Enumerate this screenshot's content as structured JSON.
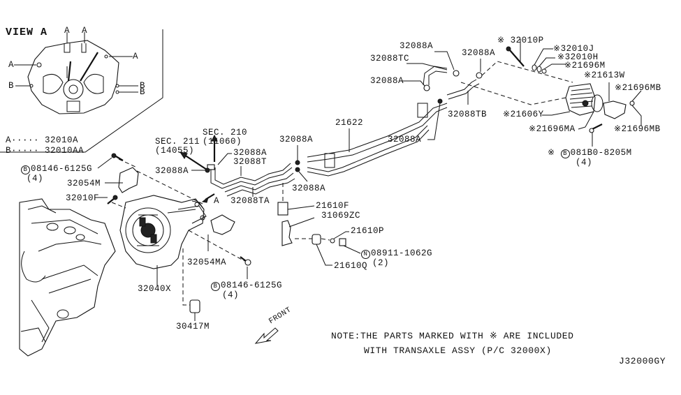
{
  "diagram": {
    "reference_code": "J32000GY",
    "view_a": {
      "title": "VIEW A",
      "markers": [
        "A",
        "A",
        "A",
        "A",
        "B",
        "B",
        "B"
      ],
      "legend": [
        {
          "key": "A",
          "dots": "·····",
          "part": "32010A"
        },
        {
          "key": "B",
          "dots": "·····",
          "part": "32010AA"
        }
      ]
    },
    "sections": [
      {
        "name": "SEC. 211",
        "code": "(14055)"
      },
      {
        "name": "SEC. 210",
        "code": "(11060)"
      }
    ],
    "view_arrow_label": "A",
    "front_label": "FRONT",
    "note": {
      "line1": "NOTE:THE PARTS MARKED WITH ※ ARE INCLUDED",
      "line2": "WITH TRANSAXLE ASSY (P/C 32000X)"
    },
    "symbols": {
      "included": "※",
      "bolt": "B",
      "nut": "N"
    },
    "callouts": {
      "bolt_08146_top": {
        "prefix": "B",
        "part": "08146-6125G",
        "qty": "(4)"
      },
      "bracket_32054M": "32054M",
      "bolt_32010F": "32010F",
      "clamp_32088A_sec": "32088A",
      "clamp_32088A_top": "32088A",
      "hose_32088T": "32088T",
      "hose_32088TA": "32088TA",
      "clamp_32088A_mid1": "32088A",
      "clamp_32088A_mid2": "32088A",
      "tube_21622": "21622",
      "clamp_32088A_right": "32088A",
      "clamp_32088A_a": "32088A",
      "hose_32088TC": "32088TC",
      "clamp_32088A_b": "32088A",
      "clamp_32088A_c": "32088A",
      "hose_32088TB": "32088TB",
      "bolt_32010P": {
        "mark": "※",
        "part": "32010P"
      },
      "washer_32010J": {
        "mark": "※",
        "part": "32010J"
      },
      "washer_32010H": {
        "mark": "※",
        "part": "32010H"
      },
      "oring_21696M": {
        "mark": "※",
        "part": "21696M"
      },
      "bracket_21613W": {
        "mark": "※",
        "part": "21613W"
      },
      "oring_21696MB_top": {
        "mark": "※",
        "part": "21696MB"
      },
      "cooler_21606Y": {
        "mark": "※",
        "part": "21606Y"
      },
      "oring_21696MA": {
        "mark": "※",
        "part": "21696MA"
      },
      "oring_21696MB_bot": {
        "mark": "※",
        "part": "21696MB"
      },
      "bolt_081B0": {
        "mark": "※",
        "prefix": "B",
        "part": "081B0-8205M",
        "qty": "(4)"
      },
      "bracket_21610F": "21610F",
      "clip_31069ZC": "31069ZC",
      "grommet_21610P": "21610P",
      "grommet_21610Q": "21610Q",
      "nut_08911": {
        "prefix": "N",
        "part": "08911-1062G",
        "qty": "(2)"
      },
      "bracket_32054MA": "32054MA",
      "transmission_32040X": "32040X",
      "bolt_08146_bot": {
        "prefix": "B",
        "part": "08146-6125G",
        "qty": "(4)"
      },
      "cover_30417M": "30417M"
    }
  }
}
